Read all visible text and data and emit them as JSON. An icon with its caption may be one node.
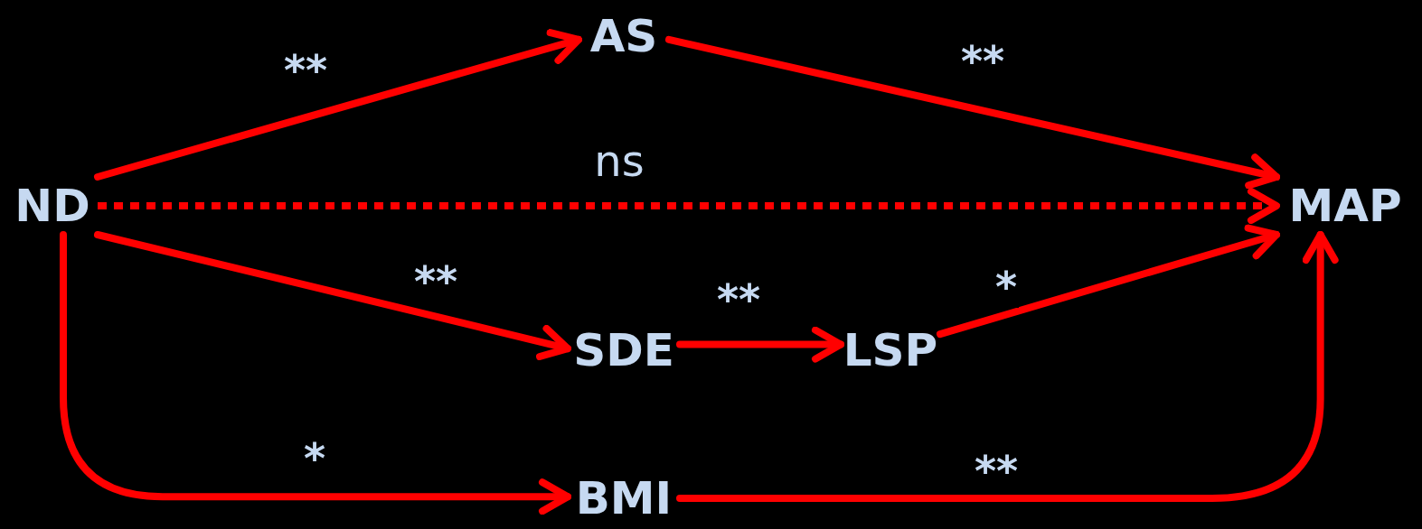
{
  "diagram": {
    "nodes": [
      {
        "text": [
          "AS"
        ]
      },
      {
        "text": [
          "ND"
        ]
      },
      {
        "text": [
          "MAP"
        ]
      },
      {
        "text": [
          "SDE"
        ]
      },
      {
        "text": [
          "LSP"
        ]
      },
      {
        "text": [
          "BMI"
        ]
      }
    ],
    "edges": [
      {
        "from": 1,
        "to": 0,
        "arrow": "to",
        "label": "**"
      },
      {
        "from": 0,
        "to": 2,
        "arrow": "to",
        "label": "**"
      },
      {
        "from": 1,
        "to": 2,
        "arrow": "to",
        "label": "ns",
        "style": "dashed"
      },
      {
        "from": 1,
        "to": 3,
        "arrow": "to",
        "label": "**"
      },
      {
        "from": 3,
        "to": 4,
        "arrow": "to",
        "label": "**"
      },
      {
        "from": 4,
        "to": 2,
        "arrow": "to",
        "label": "*"
      },
      {
        "from": 1,
        "to": 5,
        "arrow": "to",
        "label": "*"
      },
      {
        "from": 5,
        "to": 2,
        "arrow": "to",
        "label": "**"
      }
    ]
  }
}
